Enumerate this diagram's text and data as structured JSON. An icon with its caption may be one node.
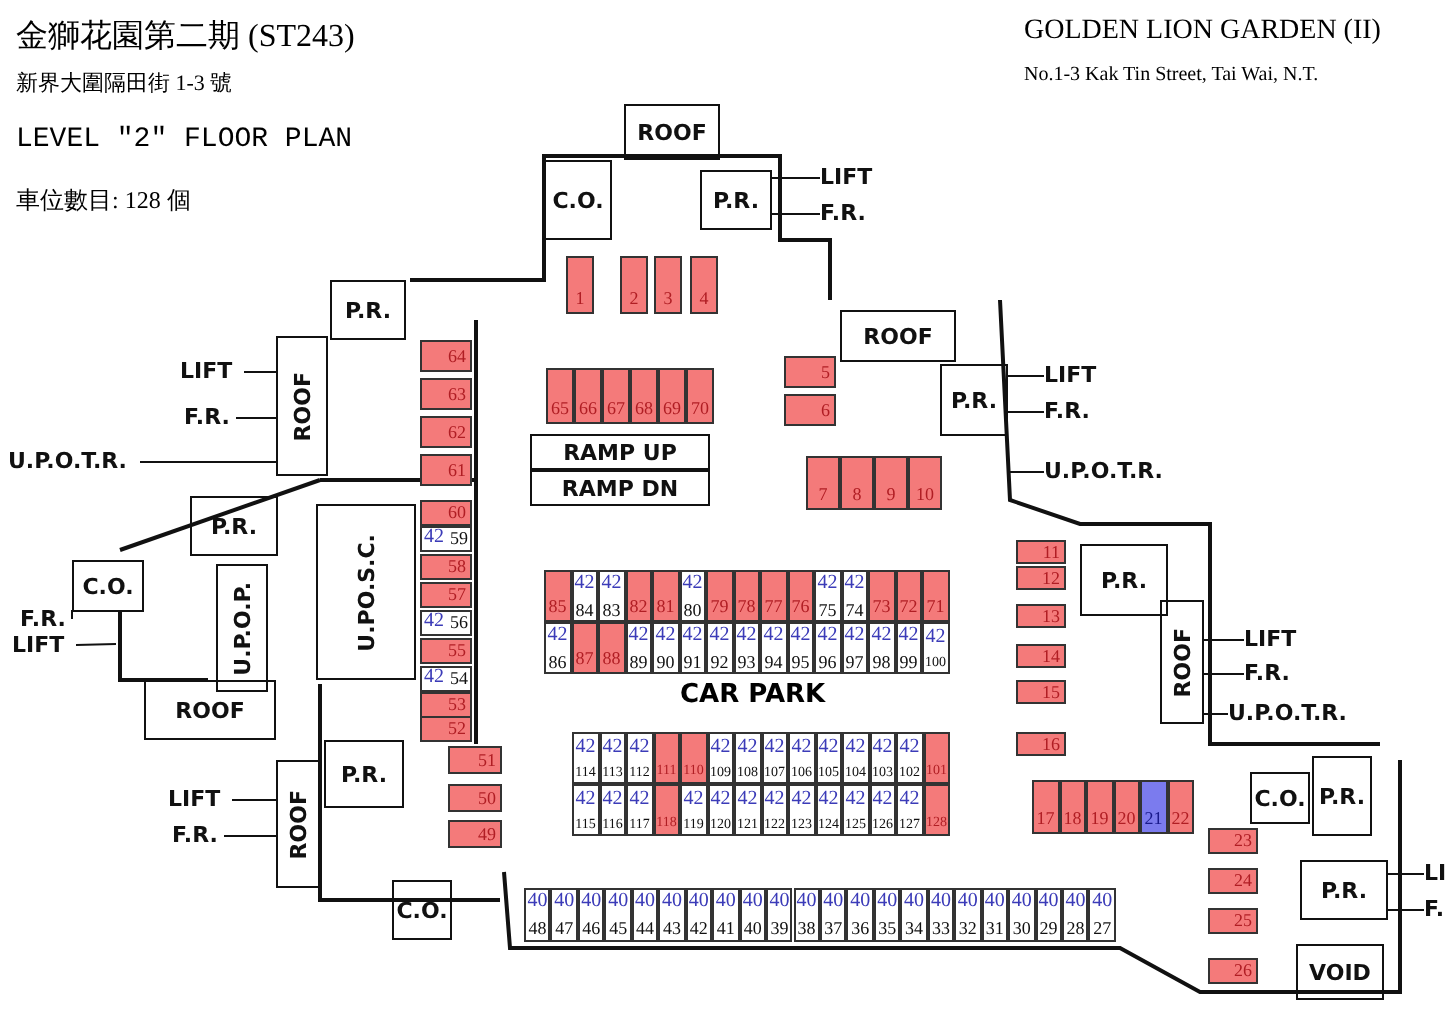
{
  "diagram": {
    "title": "金獅花園第二期 (ST243)",
    "nodes": [
      {
        "text": [
          "1"
        ]
      },
      {
        "text": [
          "2"
        ]
      },
      {
        "text": [
          "3"
        ]
      },
      {
        "text": [
          "4"
        ]
      },
      {
        "text": [
          "5"
        ]
      },
      {
        "text": [
          "6"
        ]
      },
      {
        "text": [
          "7"
        ]
      },
      {
        "text": [
          "8"
        ]
      },
      {
        "text": [
          "9"
        ]
      },
      {
        "text": [
          "10"
        ]
      },
      {
        "text": [
          "65"
        ]
      },
      {
        "text": [
          "66"
        ]
      },
      {
        "text": [
          "67"
        ]
      },
      {
        "text": [
          "68"
        ]
      },
      {
        "text": [
          "69"
        ]
      },
      {
        "text": [
          "70"
        ]
      },
      {
        "text": [
          "11"
        ]
      },
      {
        "text": [
          "12"
        ]
      },
      {
        "text": [
          "13"
        ]
      },
      {
        "text": [
          "14"
        ]
      },
      {
        "text": [
          "15"
        ]
      },
      {
        "text": [
          "16"
        ]
      },
      {
        "text": [
          "17"
        ]
      },
      {
        "text": [
          "18"
        ]
      },
      {
        "text": [
          "19"
        ]
      },
      {
        "text": [
          "20"
        ]
      },
      {
        "text": [
          "21"
        ]
      },
      {
        "text": [
          "22"
        ]
      },
      {
        "text": [
          "23"
        ]
      },
      {
        "text": [
          "24"
        ]
      },
      {
        "text": [
          "25"
        ]
      },
      {
        "text": [
          "26"
        ]
      },
      {
        "text": [
          "64"
        ]
      },
      {
        "text": [
          "63"
        ]
      },
      {
        "text": [
          "62"
        ]
      },
      {
        "text": [
          "61"
        ]
      },
      {
        "text": [
          "60"
        ]
      },
      {
        "text": [
          "42",
          "59"
        ]
      },
      {
        "text": [
          "58"
        ]
      },
      {
        "text": [
          "57"
        ]
      },
      {
        "text": [
          "42",
          "56"
        ]
      },
      {
        "text": [
          "55"
        ]
      },
      {
        "text": [
          "42",
          "54"
        ]
      },
      {
        "text": [
          "53"
        ]
      },
      {
        "text": [
          "52"
        ]
      },
      {
        "text": [
          "51"
        ]
      },
      {
        "text": [
          "50"
        ]
      },
      {
        "text": [
          "49"
        ]
      },
      {
        "text": [
          "85"
        ]
      },
      {
        "text": [
          "42",
          "84"
        ]
      },
      {
        "text": [
          "42",
          "83"
        ]
      },
      {
        "text": [
          "82"
        ]
      },
      {
        "text": [
          "81"
        ]
      },
      {
        "text": [
          "42",
          "80"
        ]
      },
      {
        "text": [
          "79"
        ]
      },
      {
        "text": [
          "78"
        ]
      },
      {
        "text": [
          "77"
        ]
      },
      {
        "text": [
          "76"
        ]
      },
      {
        "text": [
          "42",
          "75"
        ]
      },
      {
        "text": [
          "42",
          "74"
        ]
      },
      {
        "text": [
          "73"
        ]
      },
      {
        "text": [
          "72"
        ]
      },
      {
        "text": [
          "71"
        ]
      },
      {
        "text": [
          "42",
          "86"
        ]
      },
      {
        "text": [
          "87"
        ]
      },
      {
        "text": [
          "88"
        ]
      },
      {
        "text": [
          "42",
          "89"
        ]
      },
      {
        "text": [
          "42",
          "90"
        ]
      },
      {
        "text": [
          "42",
          "91"
        ]
      },
      {
        "text": [
          "42",
          "92"
        ]
      },
      {
        "text": [
          "42",
          "93"
        ]
      },
      {
        "text": [
          "42",
          "94"
        ]
      },
      {
        "text": [
          "42",
          "95"
        ]
      },
      {
        "text": [
          "42",
          "96"
        ]
      },
      {
        "text": [
          "42",
          "97"
        ]
      },
      {
        "text": [
          "42",
          "98"
        ]
      },
      {
        "text": [
          "42",
          "99"
        ]
      },
      {
        "text": [
          "42",
          "100"
        ]
      },
      {
        "text": [
          "42",
          "114"
        ]
      },
      {
        "text": [
          "42",
          "113"
        ]
      },
      {
        "text": [
          "42",
          "112"
        ]
      },
      {
        "text": [
          "111"
        ]
      },
      {
        "text": [
          "110"
        ]
      },
      {
        "text": [
          "42",
          "109"
        ]
      },
      {
        "text": [
          "42",
          "108"
        ]
      },
      {
        "text": [
          "42",
          "107"
        ]
      },
      {
        "text": [
          "42",
          "106"
        ]
      },
      {
        "text": [
          "42",
          "105"
        ]
      },
      {
        "text": [
          "42",
          "104"
        ]
      },
      {
        "text": [
          "42",
          "103"
        ]
      },
      {
        "text": [
          "42",
          "102"
        ]
      },
      {
        "text": [
          "101"
        ]
      },
      {
        "text": [
          "42",
          "115"
        ]
      },
      {
        "text": [
          "42",
          "116"
        ]
      },
      {
        "text": [
          "42",
          "117"
        ]
      },
      {
        "text": [
          "118"
        ]
      },
      {
        "text": [
          "42",
          "119"
        ]
      },
      {
        "text": [
          "42",
          "120"
        ]
      },
      {
        "text": [
          "42",
          "121"
        ]
      },
      {
        "text": [
          "42",
          "122"
        ]
      },
      {
        "text": [
          "42",
          "123"
        ]
      },
      {
        "text": [
          "42",
          "124"
        ]
      },
      {
        "text": [
          "42",
          "125"
        ]
      },
      {
        "text": [
          "42",
          "126"
        ]
      },
      {
        "text": [
          "42",
          "127"
        ]
      },
      {
        "text": [
          "128"
        ]
      },
      {
        "text": [
          "40",
          "48"
        ]
      },
      {
        "text": [
          "40",
          "47"
        ]
      },
      {
        "text": [
          "40",
          "46"
        ]
      },
      {
        "text": [
          "40",
          "45"
        ]
      },
      {
        "text": [
          "40",
          "44"
        ]
      },
      {
        "text": [
          "40",
          "43"
        ]
      },
      {
        "text": [
          "40",
          "42"
        ]
      },
      {
        "text": [
          "40",
          "41"
        ]
      },
      {
        "text": [
          "40",
          "40"
        ]
      },
      {
        "text": [
          "40",
          "39"
        ]
      },
      {
        "text": [
          "40",
          "38"
        ]
      },
      {
        "text": [
          "40",
          "37"
        ]
      },
      {
        "text": [
          "40",
          "36"
        ]
      },
      {
        "text": [
          "40",
          "35"
        ]
      },
      {
        "text": [
          "40",
          "34"
        ]
      },
      {
        "text": [
          "40",
          "33"
        ]
      },
      {
        "text": [
          "40",
          "32"
        ]
      },
      {
        "text": [
          "40",
          "31"
        ]
      },
      {
        "text": [
          "40",
          "30"
        ]
      },
      {
        "text": [
          "40",
          "29"
        ]
      },
      {
        "text": [
          "40",
          "28"
        ]
      },
      {
        "text": [
          "40",
          "27"
        ]
      },
      {
        "text": [
          "ROOF"
        ]
      },
      {
        "text": [
          "C.O."
        ]
      },
      {
        "text": [
          "P.R."
        ]
      },
      {
        "text": [
          "ROOF"
        ]
      },
      {
        "text": [
          "P.R."
        ]
      },
      {
        "text": [
          "P.R."
        ]
      },
      {
        "text": [
          "ROOF"
        ]
      },
      {
        "text": [
          "P.R."
        ]
      },
      {
        "text": [
          "C.O."
        ]
      },
      {
        "text": [
          "U.P.O.P."
        ]
      },
      {
        "text": [
          "U.PO.S.C."
        ]
      },
      {
        "text": [
          "ROOF"
        ]
      },
      {
        "text": [
          "P.R."
        ]
      },
      {
        "text": [
          "ROOF"
        ]
      },
      {
        "text": [
          "C.O."
        ]
      },
      {
        "text": [
          "P.R."
        ]
      },
      {
        "text": [
          "ROOF"
        ]
      },
      {
        "text": [
          "C.O."
        ]
      },
      {
        "text": [
          "P.R."
        ]
      },
      {
        "text": [
          "P.R."
        ]
      },
      {
        "text": [
          "VOID"
        ]
      },
      {
        "text": [
          "RAMP UP"
        ]
      },
      {
        "text": [
          "RAMP DN"
        ]
      },
      {
        "text": [
          "LIFT"
        ]
      },
      {
        "text": [
          "F.R."
        ]
      },
      {
        "text": [
          "LIFT"
        ]
      },
      {
        "text": [
          "F.R."
        ]
      },
      {
        "text": [
          "U.P.O.T.R."
        ]
      },
      {
        "text": [
          "LIFT"
        ]
      },
      {
        "text": [
          "F.R."
        ]
      },
      {
        "text": [
          "U.P.O.T.R."
        ]
      },
      {
        "text": [
          "F.R."
        ]
      },
      {
        "text": [
          "LIFT"
        ]
      },
      {
        "text": [
          "LIFT"
        ]
      },
      {
        "text": [
          "F.R."
        ]
      },
      {
        "text": [
          "U.P.O.T.R."
        ]
      },
      {
        "text": [
          "LIFT"
        ]
      },
      {
        "text": [
          "F.R."
        ]
      },
      {
        "text": [
          "LI"
        ]
      },
      {
        "text": [
          "F."
        ]
      }
    ],
    "edges": [
      {
        "from": 151,
        "to": 130,
        "arrow": "none"
      },
      {
        "from": 152,
        "to": 130,
        "arrow": "none"
      },
      {
        "from": 153,
        "to": 132,
        "arrow": "none"
      },
      {
        "from": 154,
        "to": 132,
        "arrow": "none"
      },
      {
        "from": 155,
        "to": null,
        "arrow": "none"
      },
      {
        "from": 156,
        "to": 134,
        "arrow": "none"
      },
      {
        "from": 157,
        "to": 134,
        "arrow": "none"
      },
      {
        "from": 158,
        "to": 134,
        "arrow": "none"
      },
      {
        "from": 159,
        "to": 136,
        "arrow": "none"
      },
      {
        "from": 160,
        "to": null,
        "arrow": "none"
      },
      {
        "from": 161,
        "to": 144,
        "arrow": "none"
      },
      {
        "from": 162,
        "to": 144,
        "arrow": "none"
      },
      {
        "from": 163,
        "to": 144,
        "arrow": "none"
      },
      {
        "from": 164,
        "to": 141,
        "arrow": "none"
      },
      {
        "from": 165,
        "to": 141,
        "arrow": "none"
      },
      {
        "from": 166,
        "to": 147,
        "arrow": "none"
      },
      {
        "from": 167,
        "to": 147,
        "arrow": "none"
      }
    ],
    "labels": [
      "新界大圍隔田街 1-3 號",
      "LEVEL \"2\" FLOOR PLAN",
      "車位數目: 128 個",
      "GOLDEN LION GARDEN (II)",
      "No.1-3 Kak Tin Street, Tai Wai, N.T.",
      "CAR PARK"
    ]
  }
}
